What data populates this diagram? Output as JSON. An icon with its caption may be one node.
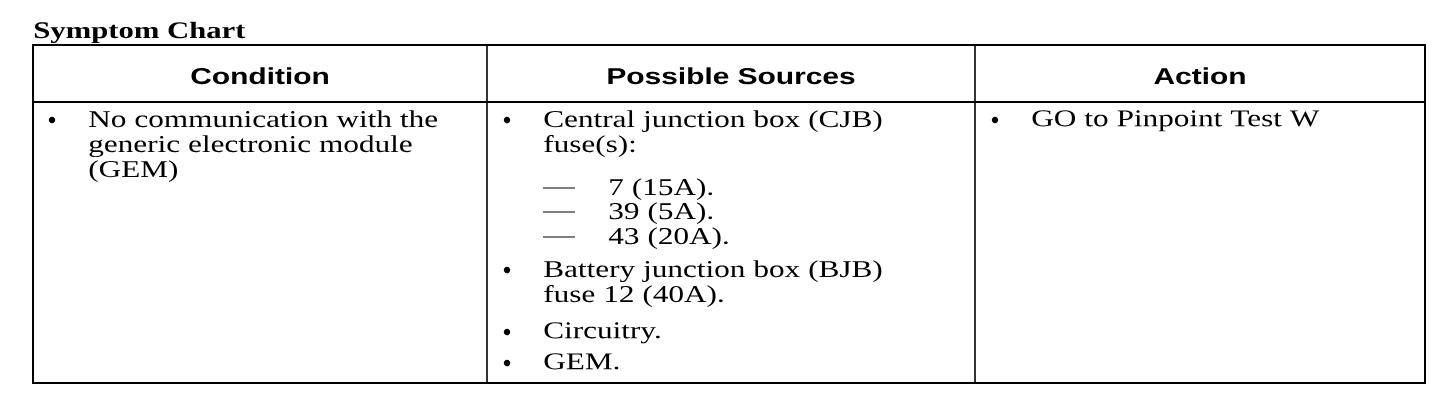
{
  "diagram": {
    "title": "Symptom Chart",
    "labels": [
      "Condition",
      "Possible Sources",
      "Action",
      "No communication with the generic electronic module (GEM)",
      "Central junction box (CJB) fuse(s):",
      "7 (15A).",
      "39 (5A).",
      "43 (20A).",
      "Battery junction box (BJB) fuse 12 (40A).",
      "Circuitry.",
      "GEM.",
      "GO to Pinpoint Test W"
    ]
  }
}
